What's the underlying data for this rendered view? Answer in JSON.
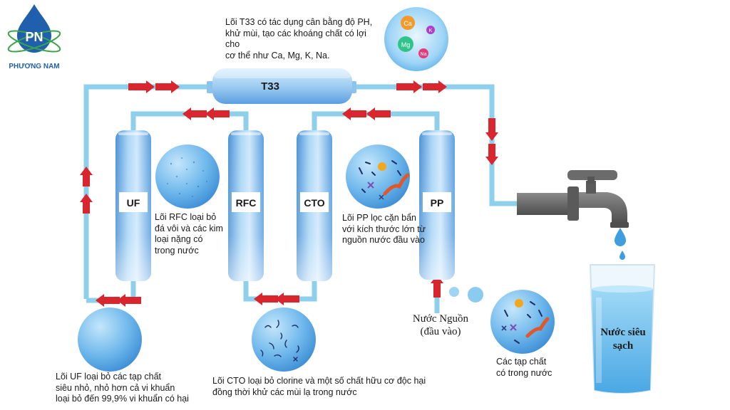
{
  "logo": {
    "initials": "PN",
    "brand": "PHƯƠNG NAM"
  },
  "filters": {
    "t33": "T33",
    "uf": "UF",
    "rfc": "RFC",
    "cto": "CTO",
    "pp": "PP"
  },
  "minerals": [
    "Ca",
    "K",
    "Mg",
    "Na"
  ],
  "captions": {
    "t33": "Lõi T33 có tác dụng cân bằng độ PH,\nkhử mùi, tạo các khoáng chất có lợi cho\ncơ thể như Ca, Mg, K, Na.",
    "rfc": "Lõi RFC loại bỏ\nđá vôi và các kim\nloại nặng có\ntrong nước",
    "pp": "Lõi PP lọc cặn bẩn\nvới kích thước lớn từ\nnguồn nước đầu vào",
    "uf": "Lõi UF loại bỏ các tạp chất\nsiêu nhỏ, nhỏ hơn cả vi khuẩn\nloại bỏ đến 99,9% vi khuẩn có hại",
    "cto": "Lõi CTO loại bỏ clorine và một số chất hữu cơ độc hại\nđồng thời khử các mùi lạ trong nước",
    "impurities": "Các tạp chất\ncó trong nước",
    "source": "Nước Nguồn\n(đầu vào)",
    "clean_water": "Nước siêu\nsạch"
  },
  "colors": {
    "pipe": "#8ed0ec",
    "arrow": "#d9252e",
    "filter": "#6fb3e6",
    "tap": "#6b6b6b",
    "logo": "#1f5fae",
    "logo_green": "#3aa44a"
  }
}
